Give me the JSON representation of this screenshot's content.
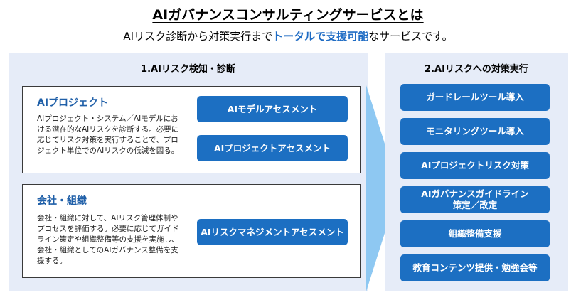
{
  "header": {
    "title": "AIガバナンスコンサルティングサービスとは",
    "subtitle_before": "AIリスク診断から対策実行まで",
    "subtitle_highlight": "トータルで支援可能",
    "subtitle_after": "なサービスです。"
  },
  "left_panel": {
    "heading": "1.AIリスク検知・診断",
    "cards": [
      {
        "title": "AIプロジェクト",
        "description": "AIプロジェクト・システム／AIモデルにおける潜在的なAIリスクを診断する。必要に応じてリスク対策を実行することで、プロジェクト単位でのAIリスクの低減を図る。",
        "buttons": [
          "AIモデルアセスメント",
          "AIプロジェクトアセスメント"
        ]
      },
      {
        "title": "会社・組織",
        "description": "会社・組織に対して、AIリスク管理体制やプロセスを評価する。必要に応じてガイドライン策定や組織整備等の支援を実施し、会社・組織としてのAIガバナンス整備を支援する。",
        "buttons": [
          "AIリスクマネジメントアセスメント"
        ]
      }
    ]
  },
  "right_panel": {
    "heading": "2.AIリスクへの対策実行",
    "items": [
      "ガードレールツール導入",
      "モニタリングツール導入",
      "AIプロジェクトリスク対策",
      "AIガバナンスガイドライン",
      "策定／改定",
      "組織整備支援",
      "教育コンテンツ提供・勉強会等"
    ]
  },
  "colors": {
    "accent": "#1c6fc2",
    "panel_bg": "#e6ecf8",
    "arrow": "#8ec8f2",
    "heading_blue": "#1f5fa8"
  }
}
